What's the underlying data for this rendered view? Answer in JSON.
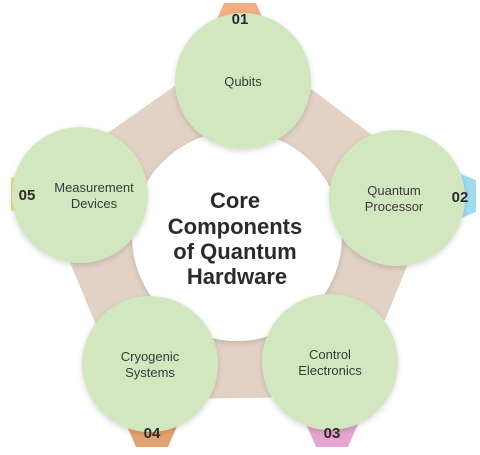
{
  "center": {
    "lines": [
      "Core",
      "Components",
      "of Quantum",
      "Hardware"
    ]
  },
  "nodes": [
    {
      "number": "01",
      "lines": [
        "Qubits"
      ],
      "tab_color": "#f3ae82"
    },
    {
      "number": "02",
      "lines": [
        "Quantum",
        "Processor"
      ],
      "tab_color": "#9fdcef"
    },
    {
      "number": "03",
      "lines": [
        "Control",
        "Electronics"
      ],
      "tab_color": "#e4a6cf"
    },
    {
      "number": "04",
      "lines": [
        "Cryogenic",
        "Systems"
      ],
      "tab_color": "#e3a271"
    },
    {
      "number": "05",
      "lines": [
        "Measurement",
        "Devices"
      ],
      "tab_color": "#f6d577"
    }
  ],
  "colors": {
    "ring": "#e2d2c5",
    "node_fill": "#d2e6c0",
    "center_fill": "#ffffff"
  }
}
